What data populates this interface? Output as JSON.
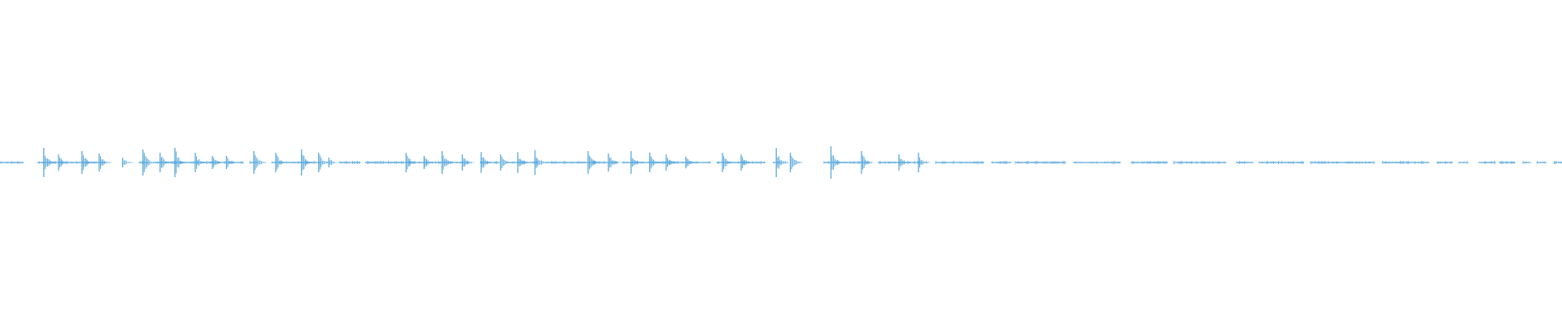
{
  "waveform": {
    "color": "#5aa9dc",
    "background": "#ffffff",
    "segments": [
      [
        0,
        0.03
      ],
      [
        0.048,
        0.135
      ],
      [
        0.178,
        0.19
      ],
      [
        0.198,
        0.312
      ],
      [
        0.32,
        0.33
      ],
      [
        0.348,
        0.412
      ],
      [
        0.418,
        0.42
      ],
      [
        0.435,
        0.462
      ],
      [
        0.468,
        0.6
      ],
      [
        0.615,
        0.64
      ],
      [
        0.648,
        0.688
      ],
      [
        0.698,
        0.79
      ],
      [
        0.797,
        0.91
      ],
      [
        0.918,
        0.98
      ],
      [
        0.99,
        1.0
      ],
      [
        1.055,
        1.113
      ],
      [
        1.125,
        1.18
      ],
      [
        1.198,
        1.26
      ],
      [
        1.27,
        1.295
      ],
      [
        1.3,
        1.365
      ],
      [
        1.375,
        1.435
      ],
      [
        1.448,
        1.495
      ],
      [
        1.503,
        1.57
      ],
      [
        1.583,
        1.605
      ],
      [
        1.612,
        1.67
      ],
      [
        1.678,
        1.76
      ],
      [
        1.77,
        1.83
      ],
      [
        1.84,
        1.86
      ],
      [
        1.868,
        1.88
      ],
      [
        1.893,
        1.915
      ],
      [
        1.92,
        1.94
      ],
      [
        1.95,
        1.96
      ],
      [
        1.968,
        1.98
      ],
      [
        1.99,
        2.0
      ]
    ],
    "spikes": [
      [
        0.056,
        0.045
      ],
      [
        0.075,
        0.025
      ],
      [
        0.105,
        0.035
      ],
      [
        0.127,
        0.028
      ],
      [
        0.157,
        0.015
      ],
      [
        0.183,
        0.04
      ],
      [
        0.205,
        0.03
      ],
      [
        0.224,
        0.045
      ],
      [
        0.25,
        0.03
      ],
      [
        0.272,
        0.02
      ],
      [
        0.29,
        0.02
      ],
      [
        0.325,
        0.035
      ],
      [
        0.353,
        0.03
      ],
      [
        0.386,
        0.04
      ],
      [
        0.408,
        0.03
      ],
      [
        0.421,
        0.015
      ],
      [
        0.52,
        0.03
      ],
      [
        0.543,
        0.02
      ],
      [
        0.566,
        0.035
      ],
      [
        0.592,
        0.025
      ],
      [
        0.616,
        0.032
      ],
      [
        0.641,
        0.025
      ],
      [
        0.663,
        0.032
      ],
      [
        0.685,
        0.038
      ],
      [
        0.753,
        0.035
      ],
      [
        0.779,
        0.028
      ],
      [
        0.808,
        0.035
      ],
      [
        0.832,
        0.03
      ],
      [
        0.853,
        0.025
      ],
      [
        0.878,
        0.018
      ],
      [
        0.925,
        0.03
      ],
      [
        0.949,
        0.025
      ],
      [
        0.994,
        0.045
      ],
      [
        1.012,
        0.03
      ],
      [
        1.064,
        0.05
      ],
      [
        1.103,
        0.035
      ],
      [
        1.151,
        0.025
      ],
      [
        1.176,
        0.03
      ]
    ]
  }
}
